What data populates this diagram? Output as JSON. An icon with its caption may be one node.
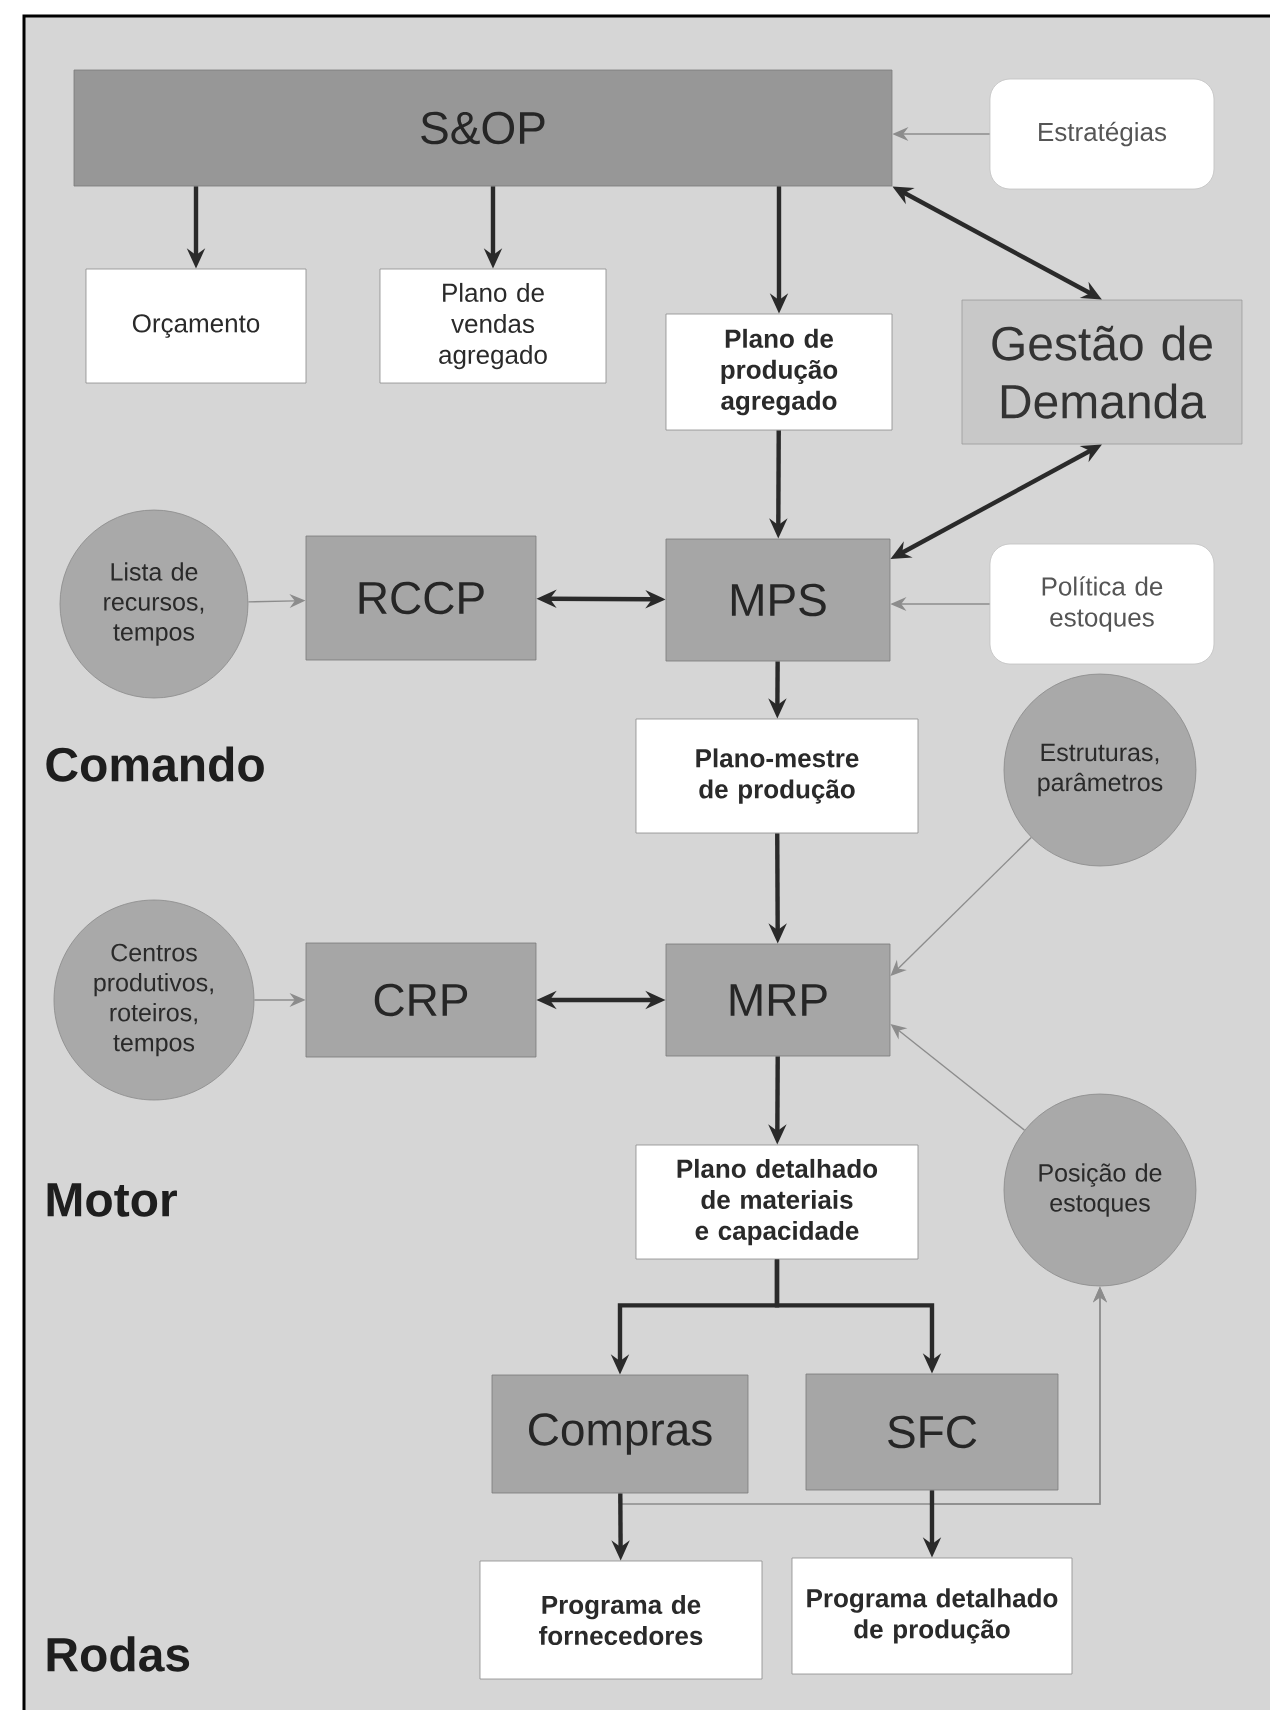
{
  "diagram": {
    "nodes": [
      {
        "text": [
          "S&OP"
        ]
      },
      {
        "text": [
          "Estratégias"
        ]
      },
      {
        "text": [
          "Orçamento"
        ]
      },
      {
        "text": [
          "Plano de vendas agregado"
        ]
      },
      {
        "text": [
          "Plano de produção agregado"
        ]
      },
      {
        "text": [
          "Gestão de Demanda"
        ]
      },
      {
        "text": [
          "Lista de recursos, tempos"
        ]
      },
      {
        "text": [
          "RCCP"
        ]
      },
      {
        "text": [
          "MPS"
        ]
      },
      {
        "text": [
          "Política de estoques"
        ]
      },
      {
        "text": [
          "Plano-mestre de produção"
        ]
      },
      {
        "text": [
          "Estruturas, parâmetros"
        ]
      },
      {
        "text": [
          "Centros produtivos, roteiros, tempos"
        ]
      },
      {
        "text": [
          "CRP"
        ]
      },
      {
        "text": [
          "MRP"
        ]
      },
      {
        "text": [
          "Posição de estoques"
        ]
      },
      {
        "text": [
          "Plano detalhado de materiais e capacidade"
        ]
      },
      {
        "text": [
          "Compras"
        ]
      },
      {
        "text": [
          "SFC"
        ]
      },
      {
        "text": [
          "Programa de fornecedores"
        ]
      },
      {
        "text": [
          "Programa detalhado de produção"
        ]
      }
    ],
    "edges": [
      {
        "from": 1,
        "to": 0,
        "arrow": "to",
        "color": "#8c8c8c"
      },
      {
        "from": 0,
        "to": 2,
        "arrow": "to"
      },
      {
        "from": 0,
        "to": 3,
        "arrow": "to"
      },
      {
        "from": 0,
        "to": 4,
        "arrow": "to"
      },
      {
        "from": 0,
        "to": 5,
        "arrow": "both"
      },
      {
        "from": 4,
        "to": 8,
        "arrow": "to"
      },
      {
        "from": 5,
        "to": 8,
        "arrow": "both"
      },
      {
        "from": 6,
        "to": 7,
        "arrow": "to",
        "color": "#8c8c8c"
      },
      {
        "from": 7,
        "to": 8,
        "arrow": "both"
      },
      {
        "from": 9,
        "to": 8,
        "arrow": "to",
        "color": "#8c8c8c"
      },
      {
        "from": 8,
        "to": 10,
        "arrow": "to"
      },
      {
        "from": 10,
        "to": 14,
        "arrow": "to"
      },
      {
        "from": 11,
        "to": 14,
        "arrow": "to",
        "color": "#8c8c8c"
      },
      {
        "from": 12,
        "to": 13,
        "arrow": "to",
        "color": "#8c8c8c"
      },
      {
        "from": 13,
        "to": 14,
        "arrow": "both"
      },
      {
        "from": 15,
        "to": 14,
        "arrow": "to",
        "color": "#8c8c8c"
      },
      {
        "from": 14,
        "to": 16,
        "arrow": "to"
      },
      {
        "from": 16,
        "to": 17,
        "arrow": "to"
      },
      {
        "from": 16,
        "to": 18,
        "arrow": "to"
      },
      {
        "from": 17,
        "to": 15,
        "arrow": "to",
        "color": "#8c8c8c"
      },
      {
        "from": 18,
        "to": 15,
        "arrow": "to",
        "color": "#8c8c8c"
      },
      {
        "from": 17,
        "to": 19,
        "arrow": "to"
      },
      {
        "from": 18,
        "to": 20,
        "arrow": "to"
      }
    ],
    "labels": [
      "Comando",
      "Motor",
      "Rodas"
    ]
  }
}
